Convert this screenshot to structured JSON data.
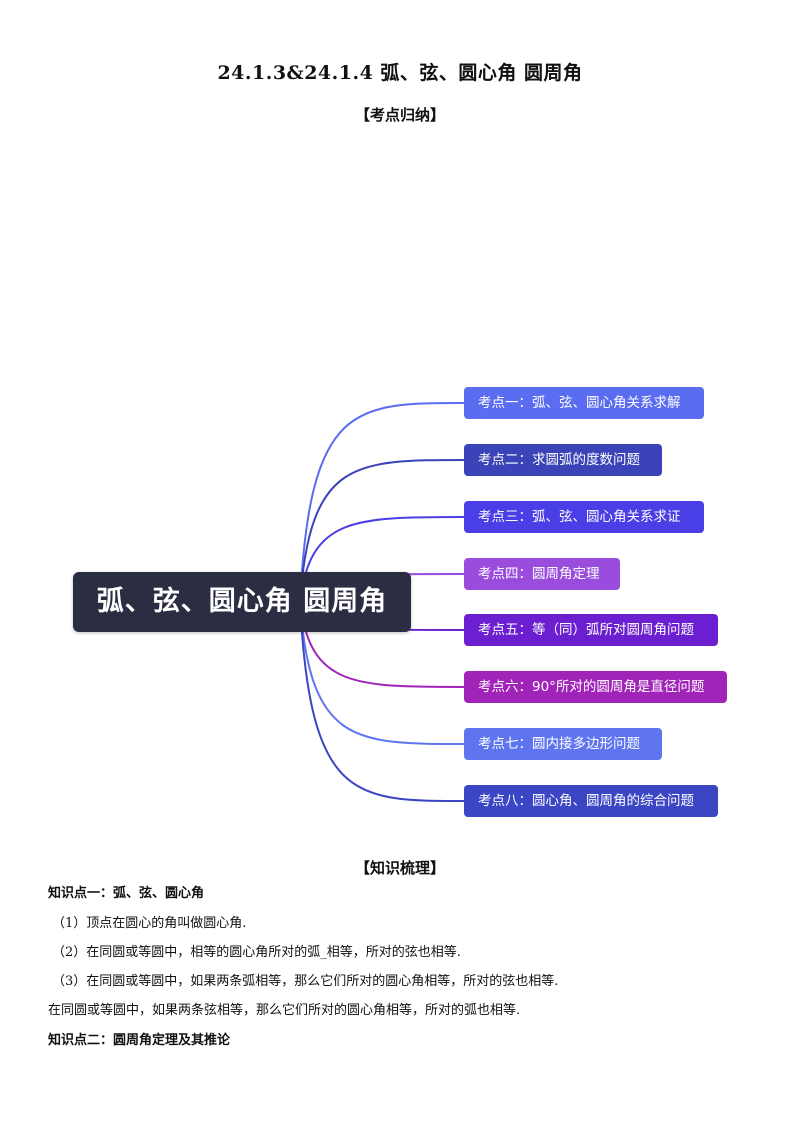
{
  "title": "24.1.3&24.1.4 弧、弦、圆心角 圆周角",
  "section1": "【考点归纳】",
  "mindmap": {
    "center": "弧、弦、圆心角 圆周角",
    "center_color": "#2b2d42",
    "nodes": [
      {
        "label": "考点一：弧、弦、圆心角关系求解",
        "color": "#5a6df0"
      },
      {
        "label": "考点二：求圆弧的度数问题",
        "color": "#3a44b8"
      },
      {
        "label": "考点三：弧、弦、圆心角关系求证",
        "color": "#4a3ee6"
      },
      {
        "label": "考点四：圆周角定理",
        "color": "#9a4ddc"
      },
      {
        "label": "考点五：等（同）弧所对圆周角问题",
        "color": "#6b1fd0"
      },
      {
        "label": "考点六：90°所对的圆周角是直径问题",
        "color": "#a124b8"
      },
      {
        "label": "考点七：圆内接多边形问题",
        "color": "#5f75f0"
      },
      {
        "label": "考点八：圆心角、圆周角的综合问题",
        "color": "#3a46c4"
      }
    ]
  },
  "section2": "【知识梳理】",
  "knowledge": {
    "kp1_title": "知识点一：弧、弦、圆心角",
    "kp1_lines": [
      "（1）顶点在圆心的角叫做圆心角.",
      "（2）在同圆或等圆中，相等的圆心角所对的弧_相等，所对的弦也相等.",
      "（3）在同圆或等圆中，如果两条弧相等，那么它们所对的圆心角相等，所对的弦也相等.",
      "在同圆或等圆中，如果两条弦相等，那么它们所对的圆心角相等，所对的弧也相等."
    ],
    "kp2_title": "知识点二：圆周角定理及其推论"
  }
}
